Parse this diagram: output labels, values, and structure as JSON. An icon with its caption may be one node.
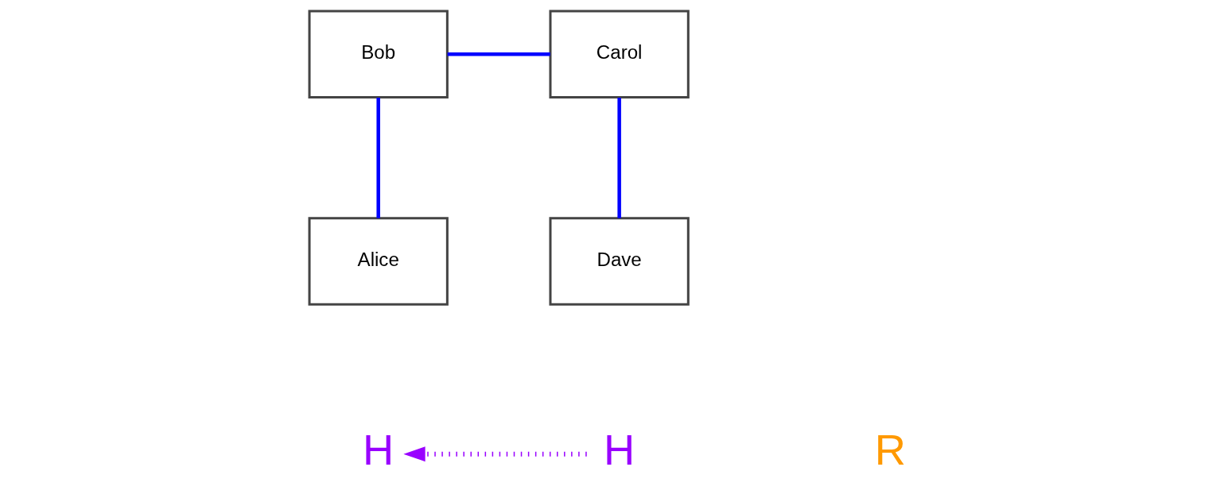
{
  "diagram": {
    "nodes": [
      {
        "text": [
          "Alice"
        ]
      },
      {
        "text": [
          "Bob"
        ]
      },
      {
        "text": [
          "Carol"
        ]
      },
      {
        "text": [
          "Dave"
        ]
      },
      {
        "text": [
          "H"
        ]
      },
      {
        "text": [
          "H"
        ]
      }
    ],
    "edges": [
      {
        "from": 0,
        "to": 1,
        "arrow": "none"
      },
      {
        "from": 1,
        "to": 2,
        "arrow": "none"
      },
      {
        "from": 3,
        "to": 2,
        "arrow": "none"
      },
      {
        "from": 5,
        "to": 4,
        "arrow": "to",
        "style": "dashed",
        "color": "#9900ff"
      }
    ],
    "labels": [
      "R"
    ]
  }
}
